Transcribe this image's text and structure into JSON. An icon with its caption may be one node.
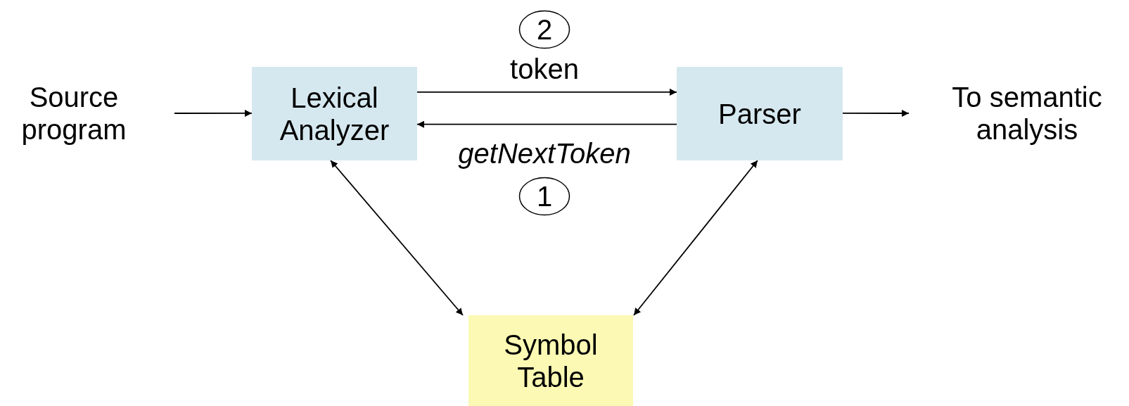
{
  "diagram": {
    "nodes": [
      {
        "text": [
          "Source program"
        ]
      },
      {
        "text": [
          "Lexical Analyzer"
        ]
      },
      {
        "text": [
          "2"
        ]
      },
      {
        "text": [
          "Parser"
        ]
      },
      {
        "text": [
          "To semantic analysis"
        ]
      },
      {
        "text": [
          "1"
        ]
      },
      {
        "text": [
          "Symbol Table"
        ]
      }
    ],
    "edges": [
      {
        "from": 0,
        "to": 1,
        "arrow": "to"
      },
      {
        "from": 1,
        "to": 3,
        "arrow": "to",
        "label": "token"
      },
      {
        "from": 3,
        "to": 1,
        "arrow": "to",
        "label": "getNextToken"
      },
      {
        "from": 3,
        "to": 4,
        "arrow": "to"
      },
      {
        "from": 1,
        "to": 6,
        "arrow": "both"
      },
      {
        "from": 3,
        "to": 6,
        "arrow": "both"
      }
    ]
  }
}
